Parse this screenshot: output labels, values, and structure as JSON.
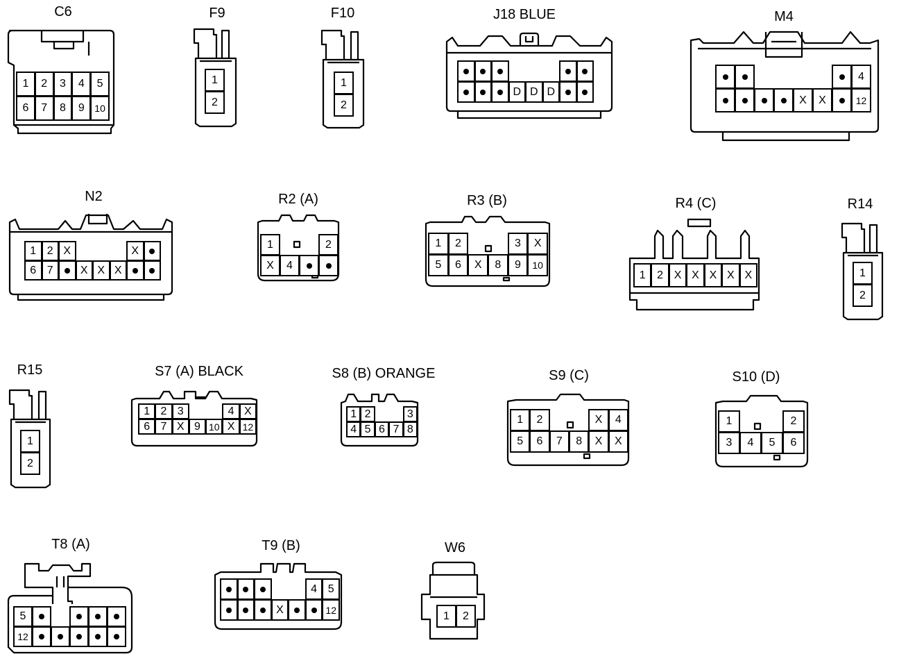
{
  "connectors": [
    {
      "id": "c6",
      "label": "C6",
      "cols": 5,
      "rows": [
        [
          "1",
          "2",
          "3",
          "4",
          "5"
        ],
        [
          "6",
          "7",
          "8",
          "9",
          "10"
        ]
      ]
    },
    {
      "id": "f9",
      "label": "F9",
      "cols": 1,
      "rows": [
        [
          "1"
        ],
        [
          "2"
        ]
      ]
    },
    {
      "id": "f10",
      "label": "F10",
      "cols": 1,
      "rows": [
        [
          "1"
        ],
        [
          "2"
        ]
      ]
    },
    {
      "id": "j18",
      "label": "J18  BLUE",
      "cols": 8,
      "rows": [
        [
          "•",
          "•",
          "•",
          "",
          "",
          "",
          "•",
          "•"
        ],
        [
          "•",
          "•",
          "•",
          "D",
          "D",
          "D",
          "•",
          "•"
        ]
      ]
    },
    {
      "id": "m4",
      "label": "M4",
      "cols": 8,
      "rows": [
        [
          "•",
          "•",
          "",
          "",
          "",
          "",
          "•",
          "4"
        ],
        [
          "•",
          "•",
          "•",
          "•",
          "X",
          "X",
          "•",
          "12"
        ]
      ]
    },
    {
      "id": "n2",
      "label": "N2",
      "cols": 8,
      "rows": [
        [
          "1",
          "2",
          "X",
          "",
          "",
          "",
          "X",
          "•"
        ],
        [
          "6",
          "7",
          "•",
          "X",
          "X",
          "X",
          "•",
          "•"
        ]
      ]
    },
    {
      "id": "r2",
      "label": "R2 (A)",
      "cols": 4,
      "rows": [
        [
          "1",
          "",
          "",
          "2"
        ],
        [
          "X",
          "4",
          "•",
          "•"
        ]
      ]
    },
    {
      "id": "r3",
      "label": "R3 (B)",
      "cols": 6,
      "rows": [
        [
          "1",
          "2",
          "",
          "",
          "3",
          "X"
        ],
        [
          "5",
          "6",
          "X",
          "8",
          "9",
          "10"
        ]
      ]
    },
    {
      "id": "r4",
      "label": "R4 (C)",
      "cols": 7,
      "rows": [
        [
          "1",
          "2",
          "X",
          "X",
          "X",
          "X",
          "X"
        ]
      ]
    },
    {
      "id": "r14",
      "label": "R14",
      "cols": 1,
      "rows": [
        [
          "1"
        ],
        [
          "2"
        ]
      ]
    },
    {
      "id": "r15",
      "label": "R15",
      "cols": 1,
      "rows": [
        [
          "1"
        ],
        [
          "2"
        ]
      ]
    },
    {
      "id": "s7",
      "label": "S7 (A)   BLACK",
      "cols": 7,
      "rows": [
        [
          "1",
          "2",
          "3",
          "",
          "",
          "4",
          "X"
        ],
        [
          "6",
          "7",
          "X",
          "9",
          "10",
          "X",
          "12"
        ]
      ]
    },
    {
      "id": "s8",
      "label": "S8 (B)   ORANGE",
      "cols": 5,
      "rows": [
        [
          "1",
          "2",
          "",
          "",
          "3"
        ],
        [
          "4",
          "5",
          "6",
          "7",
          "8"
        ]
      ]
    },
    {
      "id": "s9",
      "label": "S9 (C)",
      "cols": 6,
      "rows": [
        [
          "1",
          "2",
          "",
          "",
          "X",
          "4"
        ],
        [
          "5",
          "6",
          "7",
          "8",
          "X",
          "X"
        ]
      ]
    },
    {
      "id": "s10",
      "label": "S10 (D)",
      "cols": 4,
      "rows": [
        [
          "1",
          "",
          "",
          "2"
        ],
        [
          "3",
          "4",
          "5",
          "6"
        ]
      ]
    },
    {
      "id": "t8",
      "label": "T8 (A)",
      "cols": 6,
      "rows": [
        [
          "5",
          "•",
          "",
          "•",
          "•",
          "•"
        ],
        [
          "12",
          "•",
          "•",
          "•",
          "•",
          "•"
        ]
      ]
    },
    {
      "id": "t9",
      "label": "T9 (B)",
      "cols": 7,
      "rows": [
        [
          "•",
          "•",
          "•",
          "",
          "",
          "4",
          "5"
        ],
        [
          "•",
          "•",
          "•",
          "X",
          "•",
          "•",
          "12"
        ]
      ]
    },
    {
      "id": "w6",
      "label": "W6",
      "cols": 2,
      "rows": [
        [
          "1",
          "2"
        ]
      ]
    }
  ]
}
